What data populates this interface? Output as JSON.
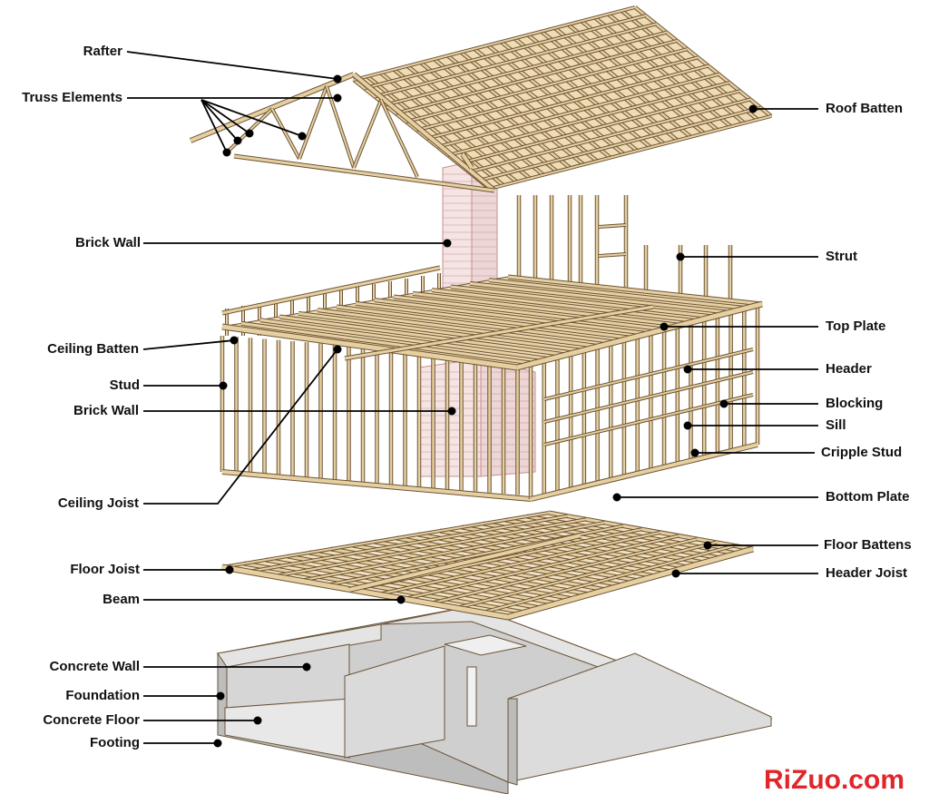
{
  "title": "House framing exploded diagram",
  "labels_left": [
    {
      "id": "rafter",
      "text": "Rafter"
    },
    {
      "id": "truss-elements",
      "text": "Truss Elements"
    },
    {
      "id": "brick-wall-upper",
      "text": "Brick Wall"
    },
    {
      "id": "ceiling-batten",
      "text": "Ceiling Batten"
    },
    {
      "id": "stud",
      "text": "Stud"
    },
    {
      "id": "brick-wall-lower",
      "text": "Brick Wall"
    },
    {
      "id": "ceiling-joist",
      "text": "Ceiling Joist"
    },
    {
      "id": "floor-joist",
      "text": "Floor Joist"
    },
    {
      "id": "beam",
      "text": "Beam"
    },
    {
      "id": "concrete-wall",
      "text": "Concrete Wall"
    },
    {
      "id": "foundation",
      "text": "Foundation"
    },
    {
      "id": "concrete-floor",
      "text": "Concrete Floor"
    },
    {
      "id": "footing",
      "text": "Footing"
    }
  ],
  "labels_right": [
    {
      "id": "roof-batten",
      "text": "Roof Batten"
    },
    {
      "id": "strut",
      "text": "Strut"
    },
    {
      "id": "top-plate",
      "text": "Top Plate"
    },
    {
      "id": "header",
      "text": "Header"
    },
    {
      "id": "blocking",
      "text": "Blocking"
    },
    {
      "id": "sill",
      "text": "Sill"
    },
    {
      "id": "cripple-stud",
      "text": "Cripple Stud"
    },
    {
      "id": "bottom-plate",
      "text": "Bottom Plate"
    },
    {
      "id": "floor-battens",
      "text": "Floor Battens"
    },
    {
      "id": "header-joist",
      "text": "Header Joist"
    }
  ],
  "watermark": "RiZuo.com",
  "colors": {
    "wood": "#e6cfa0",
    "wood_edge": "#6b5436",
    "concrete": "#d9d9d9",
    "brick": "#f4e4e4",
    "brick_line": "#c98f8f",
    "watermark": "#e0262b"
  }
}
